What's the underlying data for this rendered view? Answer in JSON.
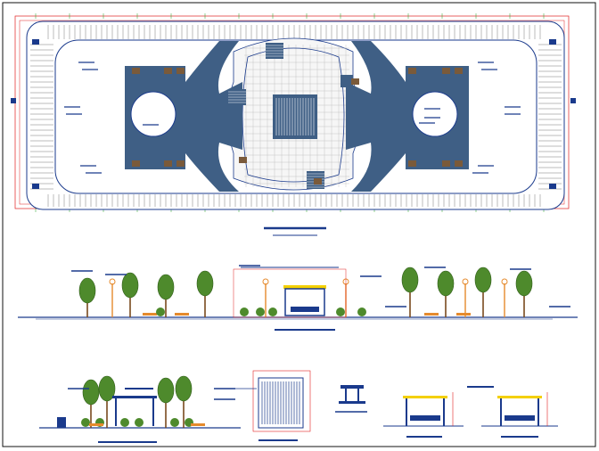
{
  "drawing": {
    "sheet_border": true,
    "colors": {
      "paving": "#3f5f85",
      "ink": "#1a3a8c",
      "dim_line": "#e02020",
      "dim_tick": "#20a020",
      "tree_foliage": "#4e8a2c",
      "tree_trunk": "#7a4a1e",
      "bench": "#e58a2c",
      "sheet_line": "#111111",
      "accent_yellow": "#f4d000",
      "planter": "#7a5a3a"
    },
    "plan": {
      "label": "",
      "features": [
        "perimeter-promenade",
        "central-plaza",
        "circular-fountain-west",
        "circular-fountain-east",
        "central-pavilion-grid",
        "access-stairs"
      ]
    },
    "section_a": {
      "label": "",
      "features": [
        "street-lamps",
        "trees",
        "benches",
        "pavilion-section"
      ]
    },
    "section_b": {
      "label": "",
      "features": [
        "trees",
        "benches",
        "kiosk"
      ]
    },
    "details": {
      "items": [
        "pavilion-roof-plan",
        "column-detail",
        "kiosk-elevation-1",
        "kiosk-elevation-2"
      ]
    }
  }
}
